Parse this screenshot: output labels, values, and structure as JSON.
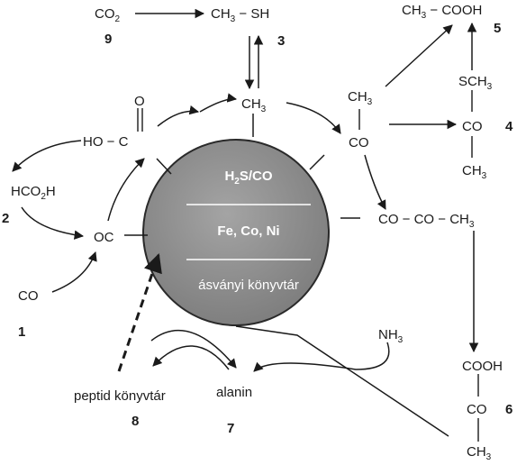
{
  "compounds": {
    "co2": {
      "main": "CO",
      "sub": "2"
    },
    "methanethiol": {
      "pre": "CH",
      "sub": "3",
      "post": " − SH"
    },
    "acetic_acid": {
      "pre": "CH",
      "sub": "3",
      "post": " − COOH"
    },
    "carboxyl_ho": "HO − C",
    "carboxyl_o": "O",
    "formic_acid": {
      "pre": "HCO",
      "sub": "2",
      "post": "H"
    },
    "oc": "OC",
    "co": "CO",
    "methyl_center": {
      "pre": "CH",
      "sub": "3"
    },
    "acetyl_methyl": {
      "pre": "CH",
      "sub": "3"
    },
    "acetyl_co": "CO",
    "pyruvoyl": {
      "text": "CO − CO − CH",
      "sub": "3"
    },
    "thioester_sch3": {
      "pre": "SCH",
      "sub": "3"
    },
    "thioester_co": "CO",
    "thioester_ch3": {
      "pre": "CH",
      "sub": "3"
    },
    "ammonia": {
      "pre": "NH",
      "sub": "3"
    },
    "pyruvate_cooh": "COOH",
    "pyruvate_co": "CO",
    "pyruvate_ch3": {
      "pre": "CH",
      "sub": "3"
    },
    "alanine": "alanin",
    "peptide_library": "peptid könyvtár"
  },
  "numbers": {
    "n1": "1",
    "n2": "2",
    "n3": "3",
    "n4": "4",
    "n5": "5",
    "n6": "6",
    "n7": "7",
    "n8": "8",
    "n9": "9"
  },
  "sphere": {
    "line1": {
      "pre": "H",
      "sub": "2",
      "post": "S/CO"
    },
    "line2": "Fe, Co, Ni",
    "line3": "ásványi könyvtár"
  },
  "colors": {
    "sphere_fill": "#8f8f8f",
    "sphere_edge": "#2a2a2a",
    "ink": "#1a1a1a"
  }
}
